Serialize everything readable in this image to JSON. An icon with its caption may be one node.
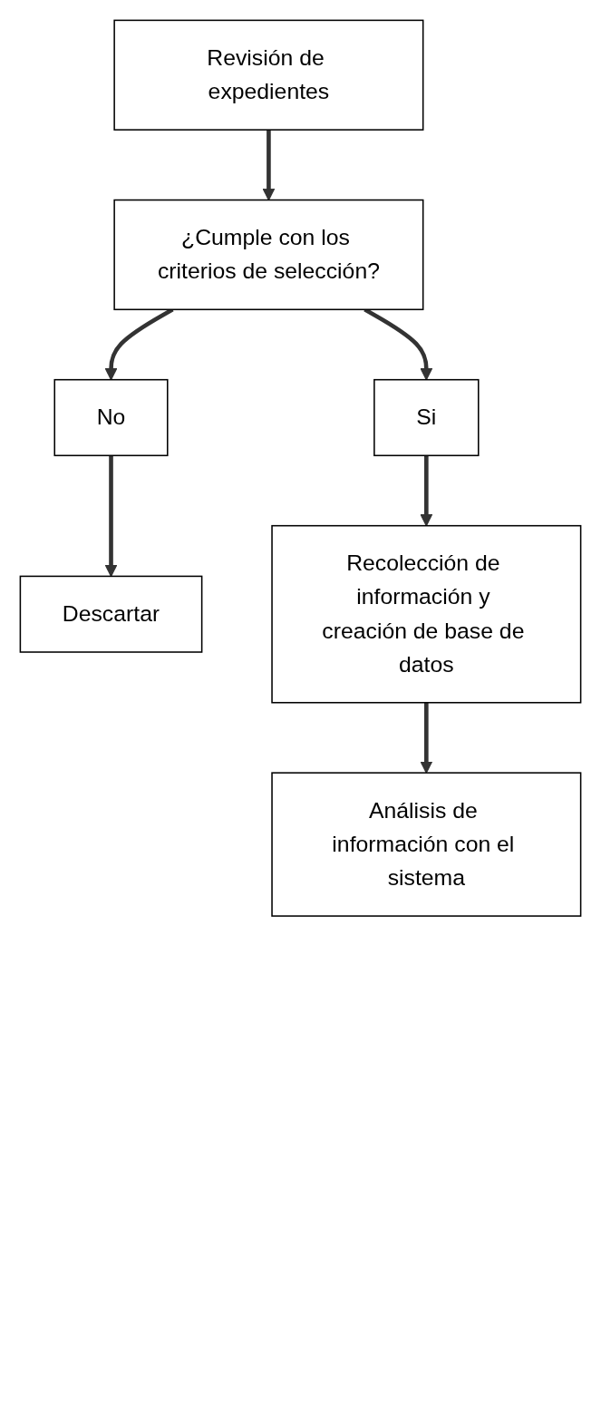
{
  "diagram": {
    "nodes": [
      {
        "text": [
          "Revisión de expedientes"
        ]
      },
      {
        "text": [
          "¿Cumple con los criterios de selección?"
        ]
      },
      {
        "text": [
          "Si"
        ]
      },
      {
        "text": [
          "No"
        ]
      },
      {
        "text": [
          "Descartar"
        ]
      },
      {
        "text": [
          "Recolección de información y creación de base de datos"
        ]
      },
      {
        "text": [
          "Análisis de información con el sistema"
        ]
      }
    ],
    "edges": [
      {
        "from": 0,
        "to": 1,
        "arrow": "to"
      },
      {
        "from": 1,
        "to": 2,
        "arrow": "to"
      },
      {
        "from": 1,
        "to": 3,
        "arrow": "to"
      },
      {
        "from": 3,
        "to": 4,
        "arrow": "to"
      },
      {
        "from": 2,
        "to": 5,
        "arrow": "to"
      },
      {
        "from": 5,
        "to": 6,
        "arrow": "to"
      }
    ]
  }
}
